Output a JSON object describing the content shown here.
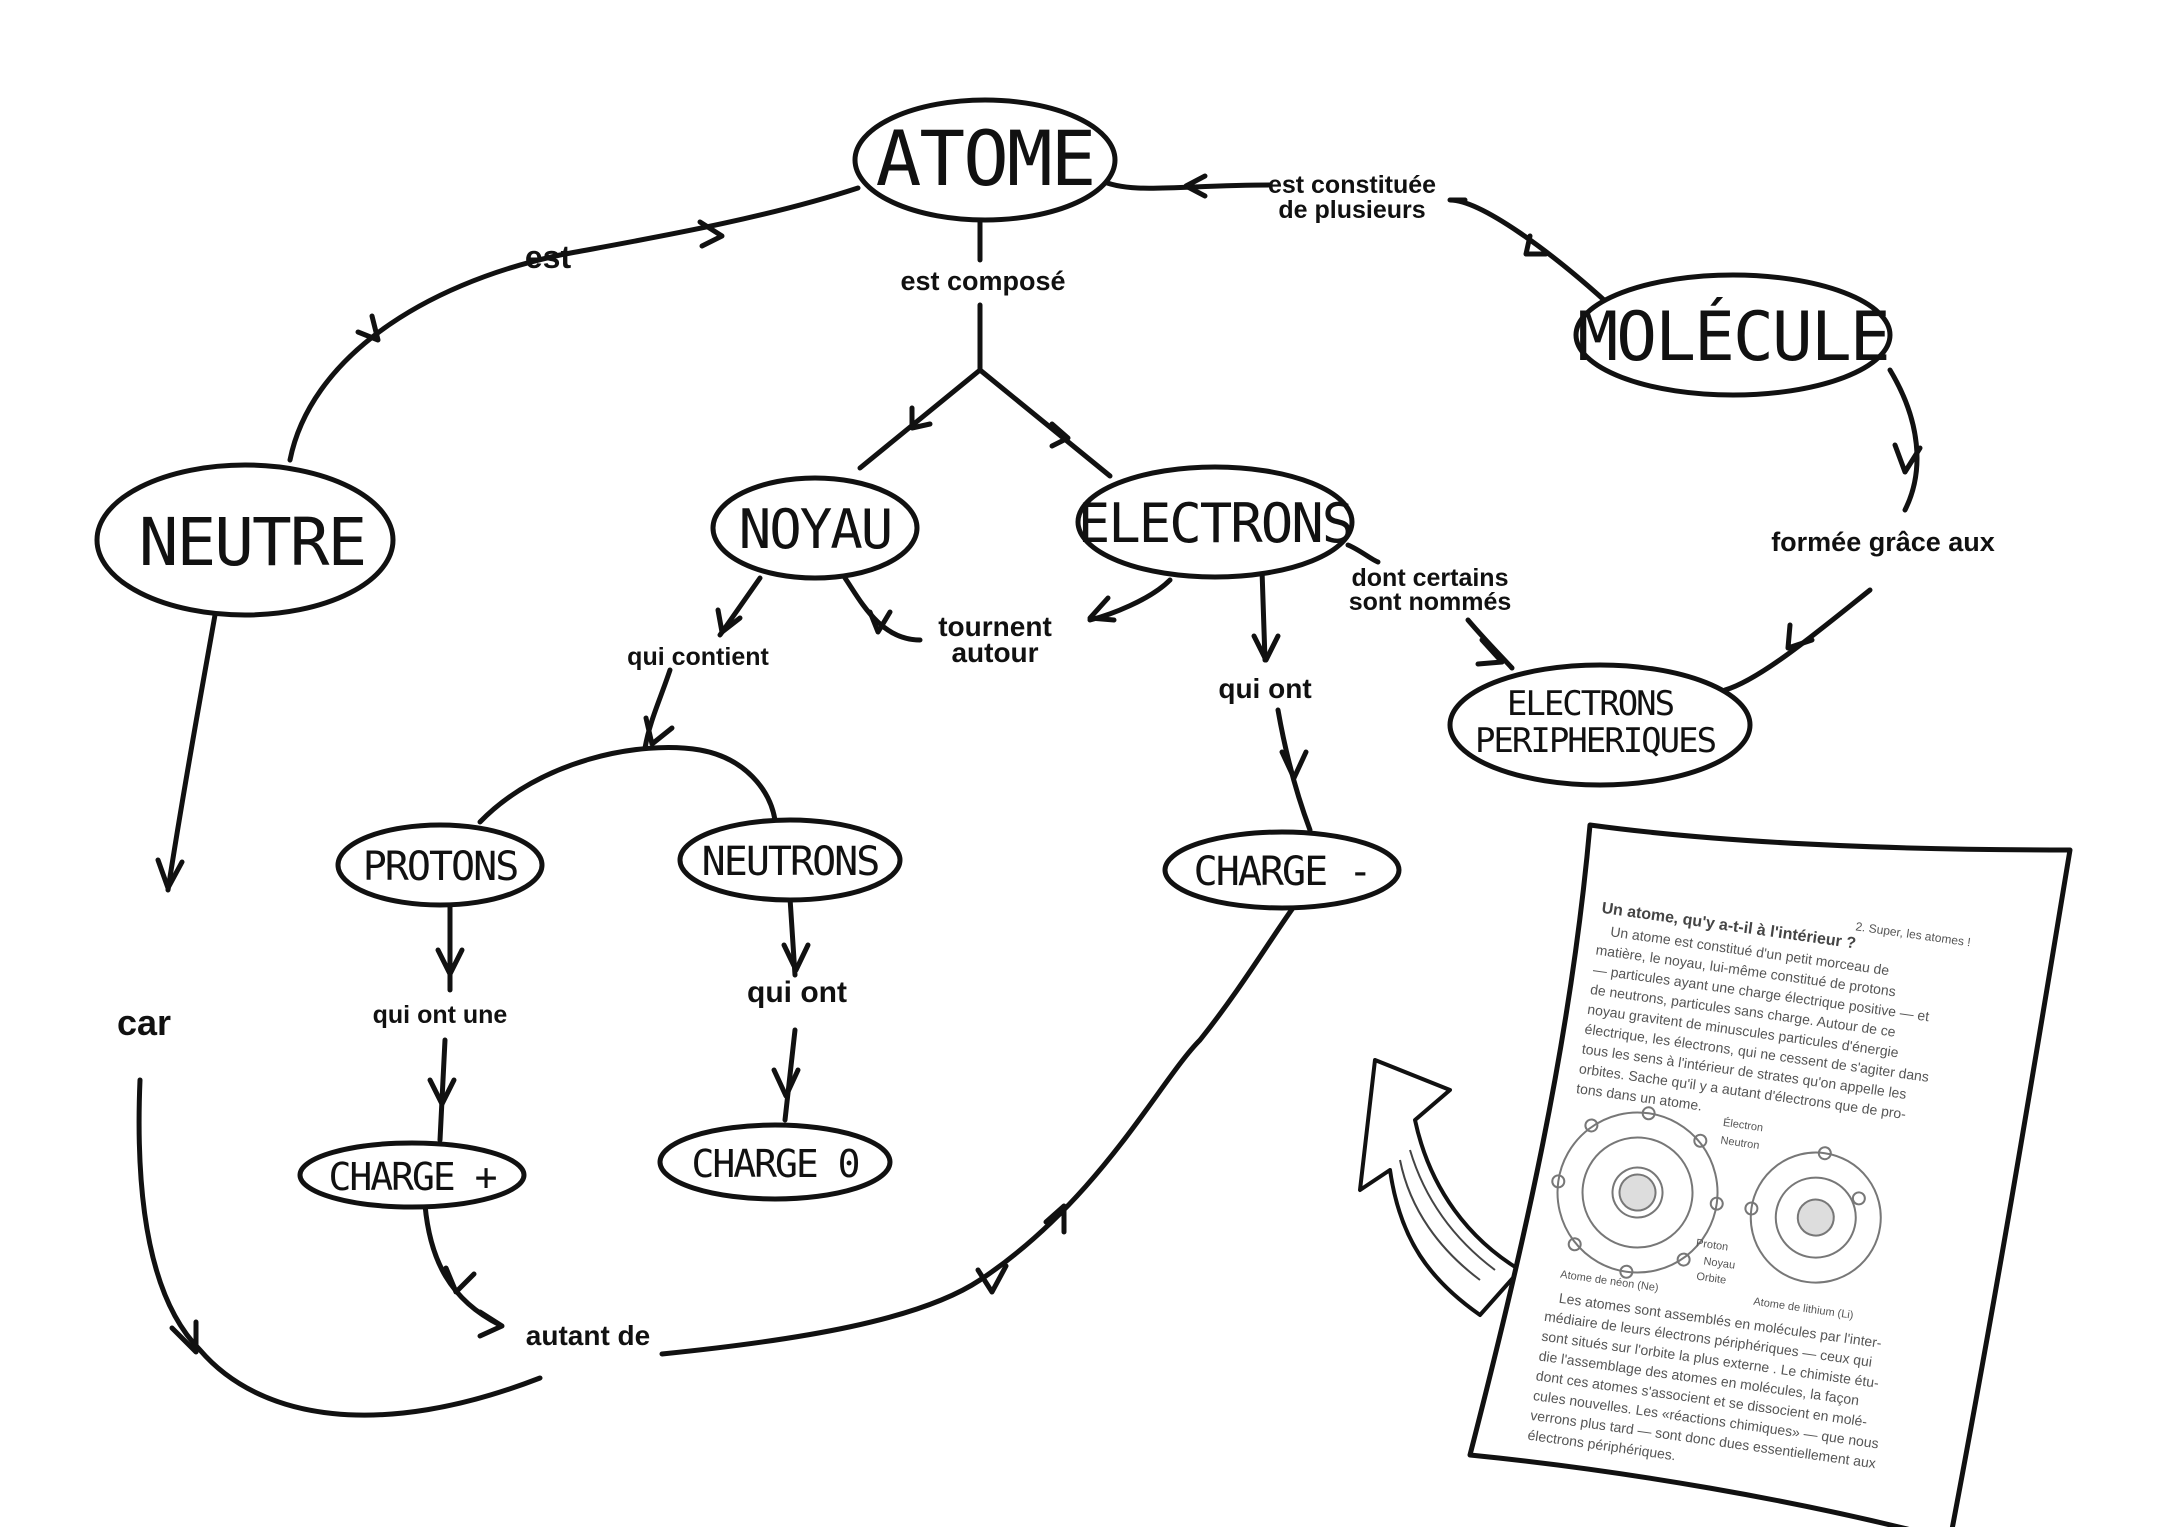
{
  "nodes": {
    "atome": "ATOME",
    "molecule": "MOLÉCULE",
    "neutre": "NEUTRE",
    "noyau": "NOYAU",
    "electrons": "ELECTRONS",
    "electrons_peripheriques_1": "ELECTRONS",
    "electrons_peripheriques_2": "PERIPHERIQUES",
    "protons": "PROTONS",
    "neutrons": "NEUTRONS",
    "charge_minus": "CHARGE -",
    "charge_plus": "CHARGE +",
    "charge_zero": "CHARGE 0"
  },
  "edges": {
    "est": "est",
    "est_compose": "est composé",
    "est_constituee_1": "est constituée",
    "est_constituee_2": "de plusieurs",
    "formee": "formée grâce aux",
    "dont_certains_1": "dont certains",
    "dont_certains_2": "sont nommés",
    "tournent_1": "tournent",
    "tournent_2": "autour",
    "qui_contient": "qui contient",
    "qui_ont_electrons": "qui ont",
    "qui_ont_une": "qui ont une",
    "qui_ont_neutrons": "qui ont",
    "car": "car",
    "autant_de": "autant de"
  },
  "document": {
    "header": "2. Super, les atomes !",
    "title": "Un atome, qu'y a-t-il à l'intérieur ?",
    "paragraph1": [
      "Un atome est constitué d'un petit morceau de",
      "matière, le noyau, lui-même constitué de protons",
      "— particules ayant une charge électrique positive — et",
      "de neutrons, particules sans charge. Autour de ce",
      "noyau gravitent de minuscules particules d'énergie",
      "électrique, les électrons, qui ne cessent de s'agiter dans",
      "tous les sens à l'intérieur de strates qu'on appelle les",
      "orbites. Sache qu'il y a autant d'électrons que de pro-",
      "tons dans un atome."
    ],
    "figure_labels": {
      "electron": "Électron",
      "neutron": "Neutron",
      "proton": "Proton",
      "noyau": "Noyau",
      "orbite": "Orbite",
      "neon": "Atome de néon (Ne)",
      "lithium": "Atome de lithium (Li)"
    },
    "paragraph2": [
      "Les atomes sont assemblés en molécules par l'inter-",
      "médiaire de leurs électrons périphériques — ceux qui",
      "sont situés sur l'orbite la plus externe . Le chimiste étu-",
      "die l'assemblage des atomes en molécules, la façon",
      "dont ces atomes s'associent et se dissocient en molé-",
      "cules nouvelles. Les «réactions chimiques» — que nous",
      "verrons plus tard — sont donc dues essentiellement aux",
      "électrons périphériques."
    ]
  }
}
